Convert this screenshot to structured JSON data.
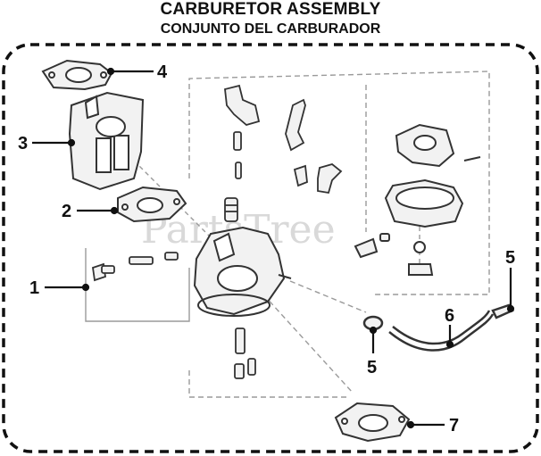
{
  "title_en": "CARBURETOR ASSEMBLY",
  "title_es": "CONJUNTO DEL CARBURADOR",
  "watermark": "PartsTree",
  "callouts": [
    "1",
    "2",
    "3",
    "4",
    "5",
    "5",
    "6",
    "7"
  ],
  "colors": {
    "line": "#111111",
    "part_fill": "#f2f2f2",
    "part_stroke": "#333333",
    "guide": "#9a9a9a"
  }
}
